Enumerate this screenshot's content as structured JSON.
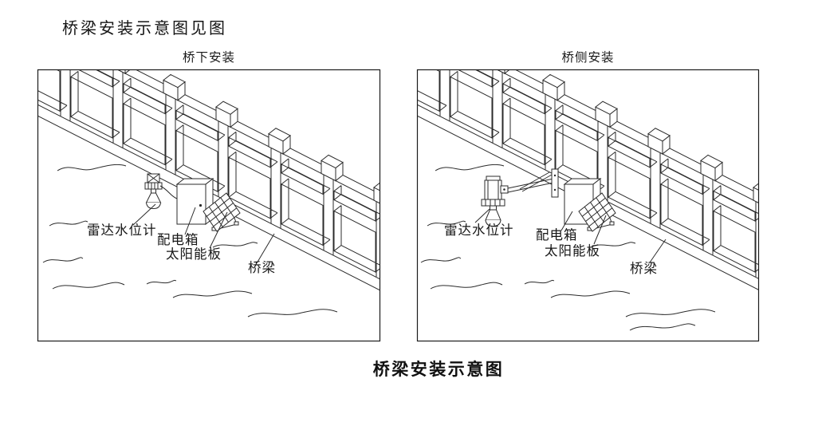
{
  "header": {
    "intro_text": "桥梁安装示意图见图"
  },
  "figure": {
    "caption": "桥梁安装示意图",
    "panels": [
      {
        "id": "under-bridge",
        "title": "桥下安装",
        "labels": {
          "radar_gauge": "雷达水位计",
          "distribution_box": "配电箱",
          "solar_panel": "太阳能板",
          "bridge": "桥梁"
        }
      },
      {
        "id": "bridge-side",
        "title": "桥侧安装",
        "labels": {
          "radar_gauge": "雷达水位计",
          "distribution_box": "配电箱",
          "solar_panel": "太阳能板",
          "bridge": "桥梁"
        }
      }
    ]
  },
  "colors": {
    "line": "#2b2b2b",
    "border": "#1c1c1c",
    "background": "#ffffff"
  }
}
